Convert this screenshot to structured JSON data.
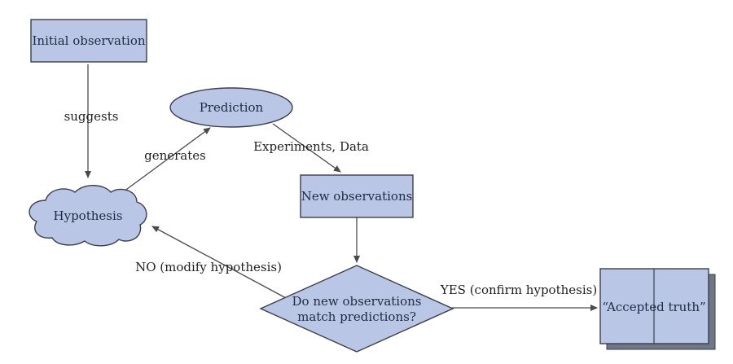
{
  "nodes": {
    "initial_observation": "Initial observation",
    "prediction": "Prediction",
    "hypothesis": "Hypothesis",
    "new_observations": "New observations",
    "decision_line1": "Do new observations",
    "decision_line2": "match predictions?",
    "accepted_truth": "“Accepted truth”"
  },
  "edges": {
    "suggests": "suggests",
    "generates": "generates",
    "experiments_data": "Experiments, Data",
    "no_modify": "NO (modify hypothesis)",
    "yes_confirm": "YES (confirm hypothesis)"
  },
  "colors": {
    "node_fill": "#b9c6e6",
    "node_stroke": "#3b3f4a",
    "arrow": "#4a4a4a"
  }
}
